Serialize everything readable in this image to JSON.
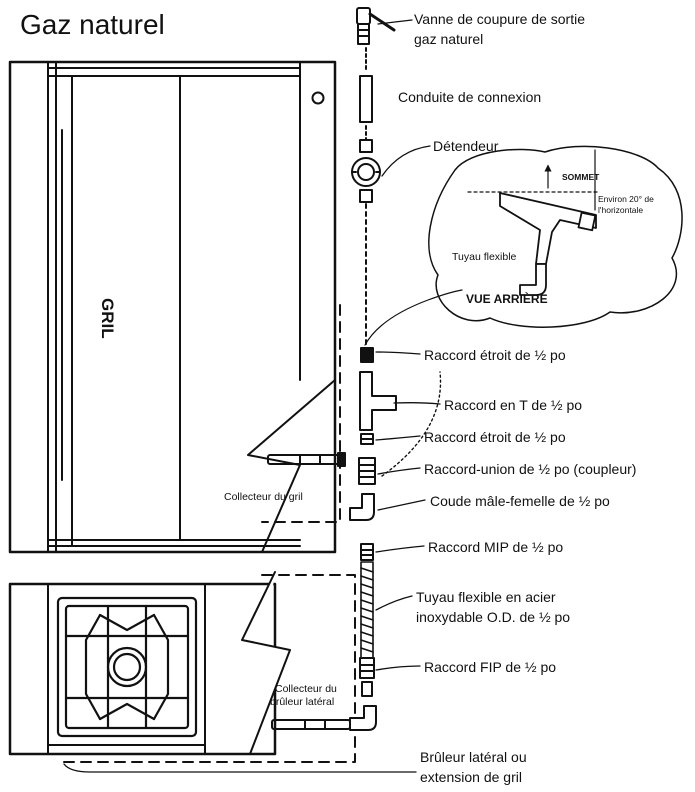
{
  "title": "Gaz naturel",
  "grill_label": "GRIL",
  "labels": {
    "shutoff_valve_line1": "Vanne de coupure de sortie",
    "shutoff_valve_line2": "gaz naturel",
    "connection_pipe": "Conduite de connexion",
    "regulator": "Détendeur",
    "top": "SOMMET",
    "angle_line1": "Environ 20° de",
    "angle_line2": "l'horizontale",
    "flex_hose_inset": "Tuyau flexible",
    "rear_view": "VUE ARRIÈRE",
    "narrow_fitting_1": "Raccord étroit de ½ po",
    "tee_fitting": "Raccord en T de ½ po",
    "narrow_fitting_2": "Raccord étroit de ½ po",
    "union_fitting": "Raccord-union de ½ po (coupleur)",
    "elbow": "Coude mâle-femelle de ½ po",
    "grill_manifold": "Collecteur du gril",
    "mip_fitting": "Raccord MIP de ½ po",
    "steel_hose_line1": "Tuyau flexible en acier",
    "steel_hose_line2": "inoxydable O.D. de ½ po",
    "fip_fitting": "Raccord FIP de ½ po",
    "side_manifold_line1": "Collecteur du",
    "side_manifold_line2": "brûleur latéral",
    "side_burner_line1": "Brûleur latéral ou",
    "side_burner_line2": "extension de gril"
  },
  "icons": {
    "shutoff_valve": "valve-icon",
    "regulator": "regulator-icon",
    "tee": "tee-fitting-icon",
    "elbow": "elbow-icon",
    "burner_grate": "burner-grate-icon"
  }
}
